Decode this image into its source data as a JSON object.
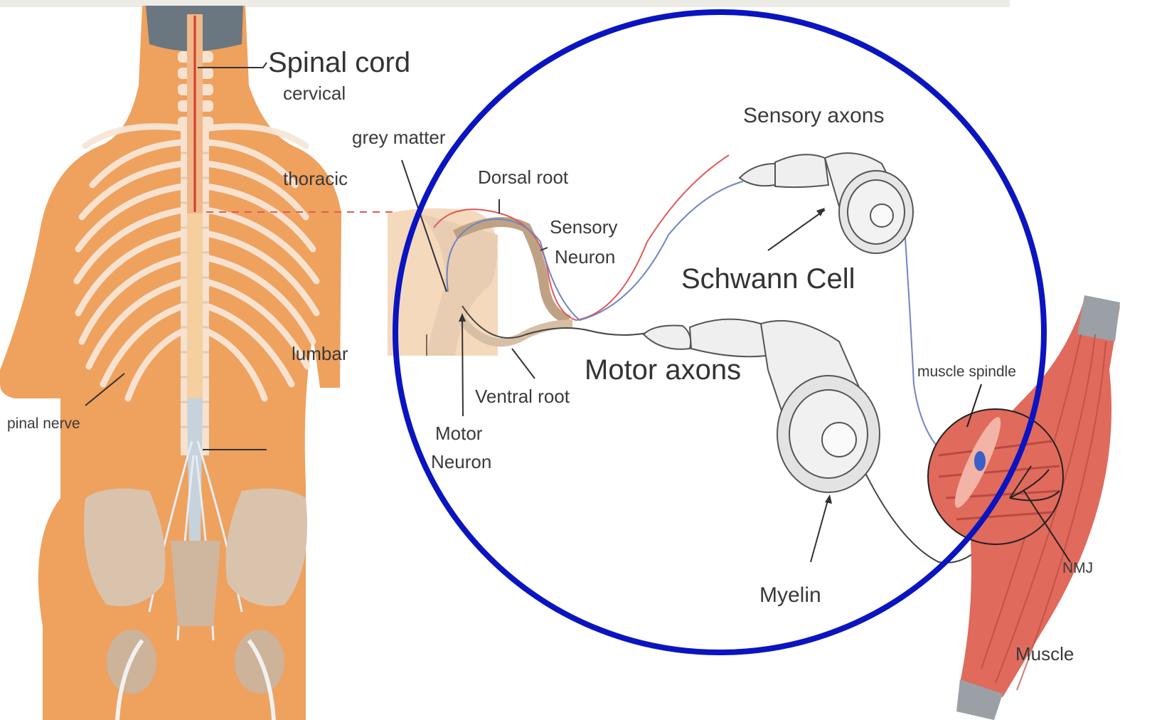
{
  "labels": {
    "spinal_cord": "Spinal cord",
    "cervical": "cervical",
    "thoracic": "thoracic",
    "lumbar": "lumbar",
    "spinal_nerve": "pinal nerve",
    "grey_matter": "grey matter",
    "dorsal_root": "Dorsal root",
    "sensory_neuron_1": "Sensory",
    "sensory_neuron_2": "Neuron",
    "sensory_axons": "Sensory axons",
    "schwann_cell": "Schwann Cell",
    "motor_axons": "Motor axons",
    "ventral_root": "Ventral root",
    "motor_neuron_1": "Motor",
    "motor_neuron_2": "Neuron",
    "muscle_spindle": "muscle spindle",
    "myelin": "Myelin",
    "nmj": "NMJ",
    "muscle": "Muscle"
  },
  "colors": {
    "skin": "#efa15e",
    "bone": "#f6e2cf",
    "cord": "#d8dfe8",
    "circle": "#0a14c0",
    "muscle": "#e06a5c",
    "sensory_fiber": "#e05a5a",
    "motor_fiber": "#6f84c6"
  }
}
